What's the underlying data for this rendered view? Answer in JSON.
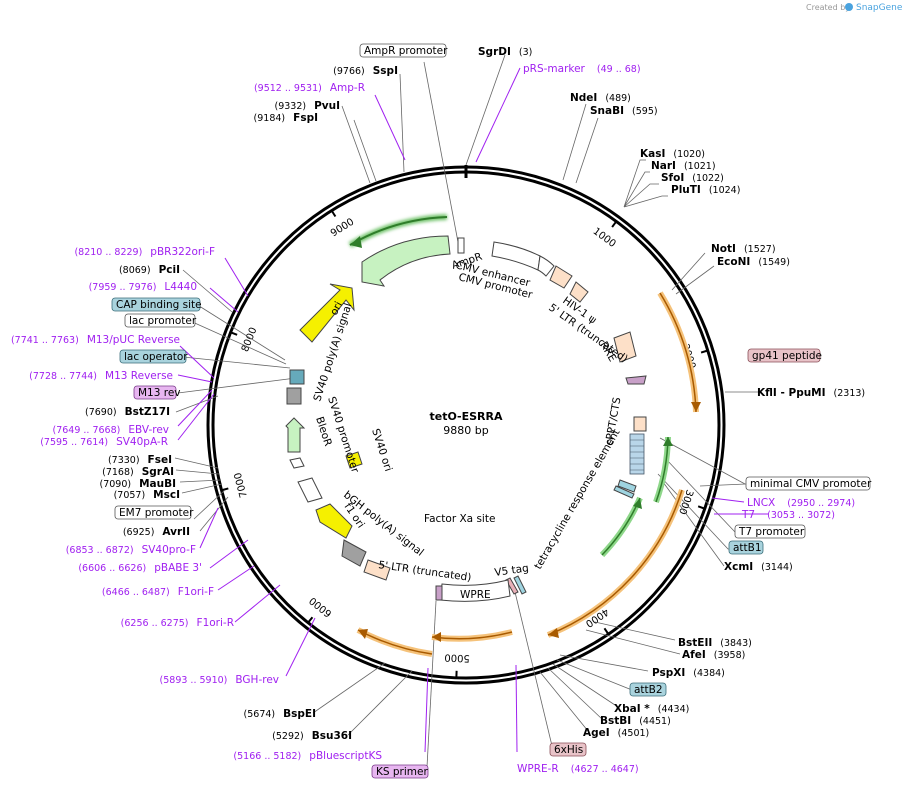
{
  "header": {
    "created_by": "Created by",
    "brand": "SnapGene"
  },
  "center": {
    "name": "tetO-ESRRA",
    "length": "9880 bp"
  },
  "ticks": [
    {
      "bp": 1000,
      "label": "1000"
    },
    {
      "bp": 2000,
      "label": "2000"
    },
    {
      "bp": 3000,
      "label": "3000"
    },
    {
      "bp": 4000,
      "label": "4000"
    },
    {
      "bp": 5000,
      "label": "5000"
    },
    {
      "bp": 6000,
      "label": "6000"
    },
    {
      "bp": 7000,
      "label": "7000"
    },
    {
      "bp": 8000,
      "label": "8000"
    },
    {
      "bp": 9000,
      "label": "9000"
    }
  ],
  "enzymes": [
    {
      "name": "SgrDI",
      "pos": "(3)"
    },
    {
      "name": "NdeI",
      "pos": "(489)"
    },
    {
      "name": "SnaBI",
      "pos": "(595)"
    },
    {
      "name": "KasI",
      "pos": "(1020)"
    },
    {
      "name": "NarI",
      "pos": "(1021)"
    },
    {
      "name": "SfoI",
      "pos": "(1022)"
    },
    {
      "name": "PluTI",
      "pos": "(1024)"
    },
    {
      "name": "NotI",
      "pos": "(1527)"
    },
    {
      "name": "EcoNI",
      "pos": "(1549)"
    },
    {
      "name": "KflI - PpuMI",
      "pos": "(2313)"
    },
    {
      "name": "XcmI",
      "pos": "(3144)"
    },
    {
      "name": "BstEII",
      "pos": "(3843)"
    },
    {
      "name": "AfeI",
      "pos": "(3958)"
    },
    {
      "name": "PspXI",
      "pos": "(4384)"
    },
    {
      "name": "XbaI *",
      "pos": "(4434)"
    },
    {
      "name": "BstBI",
      "pos": "(4451)"
    },
    {
      "name": "AgeI",
      "pos": "(4501)"
    },
    {
      "name": "Bsu36I",
      "pos": "(5292)"
    },
    {
      "name": "BspEI",
      "pos": "(5674)"
    },
    {
      "name": "AvrII",
      "pos": "(6925)"
    },
    {
      "name": "MscI",
      "pos": "(7057)"
    },
    {
      "name": "MauBI",
      "pos": "(7090)"
    },
    {
      "name": "SgrAI",
      "pos": "(7168)"
    },
    {
      "name": "FseI",
      "pos": "(7330)"
    },
    {
      "name": "BstZ17I",
      "pos": "(7690)"
    },
    {
      "name": "PciI",
      "pos": "(8069)"
    },
    {
      "name": "FspI",
      "pos": "(9184)"
    },
    {
      "name": "PvuI",
      "pos": "(9332)"
    },
    {
      "name": "SspI",
      "pos": "(9766)"
    }
  ],
  "primers": [
    {
      "name": "pRS-marker",
      "range": "(49 .. 68)"
    },
    {
      "name": "Amp-R",
      "range": "(9512 .. 9531)"
    },
    {
      "name": "pBR322ori-F",
      "range": "(8210 .. 8229)"
    },
    {
      "name": "L4440",
      "range": "(7959 .. 7976)"
    },
    {
      "name": "M13/pUC Reverse",
      "range": "(7741 .. 7763)"
    },
    {
      "name": "M13 Reverse",
      "range": "(7728 .. 7744)"
    },
    {
      "name": "EBV-rev",
      "range": "(7649 .. 7668)"
    },
    {
      "name": "SV40pA-R",
      "range": "(7595 .. 7614)"
    },
    {
      "name": "SV40pro-F",
      "range": "(6853 .. 6872)"
    },
    {
      "name": "pBABE 3'",
      "range": "(6606 .. 6626)"
    },
    {
      "name": "F1ori-F",
      "range": "(6466 .. 6487)"
    },
    {
      "name": "F1ori-R",
      "range": "(6256 .. 6275)"
    },
    {
      "name": "BGH-rev",
      "range": "(5893 .. 5910)"
    },
    {
      "name": "pBluescriptKS",
      "range": "(5166 .. 5182)"
    },
    {
      "name": "WPRE-R",
      "range": "(4627 .. 4647)"
    },
    {
      "name": "LNCX",
      "range": "(2950 .. 2974)"
    },
    {
      "name": "T7",
      "range": "(3053 .. 3072)"
    }
  ],
  "boxed_features": [
    {
      "name": "AmpR promoter",
      "style": "white"
    },
    {
      "name": "CAP binding site",
      "style": "blue"
    },
    {
      "name": "lac promoter",
      "style": "white"
    },
    {
      "name": "lac operator",
      "style": "blue"
    },
    {
      "name": "M13 rev",
      "style": "violet"
    },
    {
      "name": "EM7 promoter",
      "style": "white"
    },
    {
      "name": "KS primer",
      "style": "violet"
    },
    {
      "name": "6xHis",
      "style": "pink"
    },
    {
      "name": "attB2",
      "style": "blue"
    },
    {
      "name": "attB1",
      "style": "blue"
    },
    {
      "name": "T7 promoter",
      "style": "white"
    },
    {
      "name": "minimal CMV promoter",
      "style": "white"
    },
    {
      "name": "gp41 peptide",
      "style": "pink"
    }
  ],
  "features": {
    "cmv_enhancer": "CMV enhancer",
    "cmv_promoter": "CMV promoter",
    "hiv_psi": "HIV-1 ψ",
    "ltr5_top": "5' LTR (truncated)",
    "rre": "RRE",
    "cppt": "cPPT/CTS",
    "tre": "tetracycline response element",
    "v5": "V5 tag",
    "wpre": "WPRE",
    "factor_xa": "Factor Xa site",
    "ltr5_bottom": "5' LTR (truncated)",
    "f1_ori": "f1 ori",
    "bgh": "bGH poly(A) signal",
    "sv40_ori": "SV40 ori",
    "sv40_promoter": "SV40 promoter",
    "bleor": "BleoR",
    "sv40_polya": "SV40 poly(A) signal",
    "ori": "ori",
    "ampr": "AmpR"
  },
  "colors": {
    "primer": "#a020f0",
    "backbone": "#000000",
    "orange_arc": "#f5c27a",
    "green_arc": "#5cb85c",
    "box_blue": "#a9d3dd",
    "box_violet": "#e7b6f0",
    "box_pink": "#e8c3c8"
  }
}
